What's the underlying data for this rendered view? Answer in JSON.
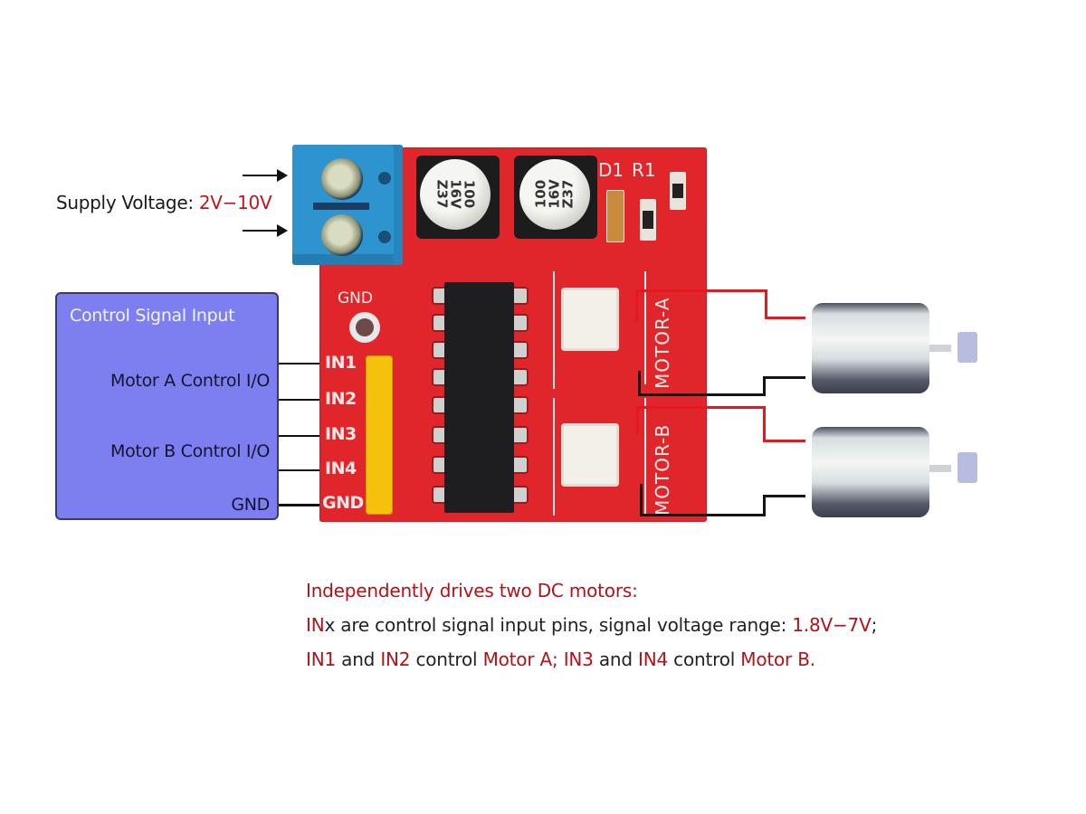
{
  "supply": {
    "label": "Supply Voltage:",
    "range": "2V−10V"
  },
  "control_box": {
    "title": "Control Signal Input",
    "motor_a_label": "Motor A Control  I/O",
    "motor_b_label": "Motor B Control  I/O",
    "gnd_label": "GND"
  },
  "board": {
    "gnd_hole_label": "GND",
    "diode_label": "D1",
    "resistor_label": "R1",
    "capacitors": [
      {
        "lines": [
          "100",
          "16V",
          "Z37"
        ]
      },
      {
        "lines": [
          "100",
          "16V",
          "Z37"
        ]
      }
    ],
    "pins": [
      "IN1",
      "IN2",
      "IN3",
      "IN4",
      "GND"
    ],
    "motor_a_label": "MOTOR-A",
    "motor_b_label": "MOTOR-B"
  },
  "description": {
    "heading": "Independently drives two DC motors:",
    "line2": {
      "prefix_red": "IN",
      "text": "x are control signal input pins, signal voltage range: ",
      "range_red": "1.8V−7V",
      "suffix": ";"
    },
    "line3": {
      "parts": [
        {
          "text": "IN1",
          "red": true
        },
        {
          "text": " and ",
          "red": false
        },
        {
          "text": "IN2",
          "red": true
        },
        {
          "text": " control ",
          "red": false
        },
        {
          "text": "Motor A",
          "red": true
        },
        {
          "text": "; ",
          "red": true
        },
        {
          "text": "IN3",
          "red": true
        },
        {
          "text": " and ",
          "red": false
        },
        {
          "text": "IN4",
          "red": true
        },
        {
          "text": " control ",
          "red": false
        },
        {
          "text": "Motor B.",
          "red": true
        }
      ]
    }
  },
  "colors": {
    "accent_red": "#b31218",
    "board_red": "#e0262b",
    "control_box": "#7d7ef0",
    "terminal_blue": "#2d94cf",
    "header_yellow": "#f4c20d"
  }
}
